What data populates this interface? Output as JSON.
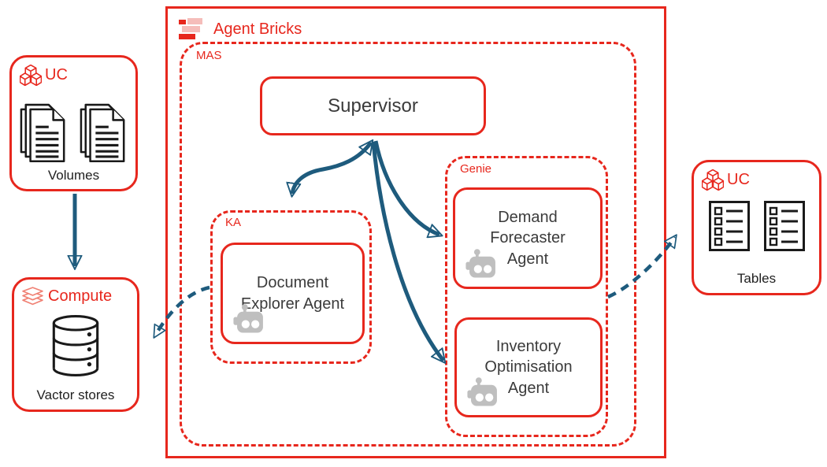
{
  "agent_bricks": {
    "header": "Agent Bricks"
  },
  "mas": {
    "label": "MAS"
  },
  "supervisor": {
    "label": "Supervisor"
  },
  "ka": {
    "label": "KA",
    "agent": "Document Explorer Agent"
  },
  "genie": {
    "label": "Genie",
    "agents": [
      {
        "label": "Demand Forecaster Agent"
      },
      {
        "label": "Inventory Optimisation Agent"
      }
    ]
  },
  "left_uc": {
    "header": "UC",
    "caption": "Volumes"
  },
  "compute": {
    "header": "Compute",
    "caption": "Vactor stores"
  },
  "right_uc": {
    "header": "UC",
    "caption": "Tables"
  },
  "connections": [
    {
      "from": "Volumes",
      "to": "Vactor stores",
      "style": "solid-arrow"
    },
    {
      "from": "Supervisor",
      "to": "KA",
      "style": "solid-double-arrow"
    },
    {
      "from": "Supervisor",
      "to": "Demand Forecaster Agent",
      "style": "solid-arrow"
    },
    {
      "from": "Supervisor",
      "to": "Inventory Optimisation Agent",
      "style": "solid-arrow"
    },
    {
      "from": "KA",
      "to": "Vactor stores",
      "style": "dashed-arrow"
    },
    {
      "from": "Genie",
      "to": "Tables",
      "style": "dashed-arrow"
    }
  ],
  "colors": {
    "accent_red": "#E7271D",
    "light_pink": "#F5BDBA",
    "salmon": "#F08174",
    "arrow_teal": "#1E5B7D",
    "agent_text": "#3B3B3B",
    "robot_gray": "#BFBFBF"
  }
}
